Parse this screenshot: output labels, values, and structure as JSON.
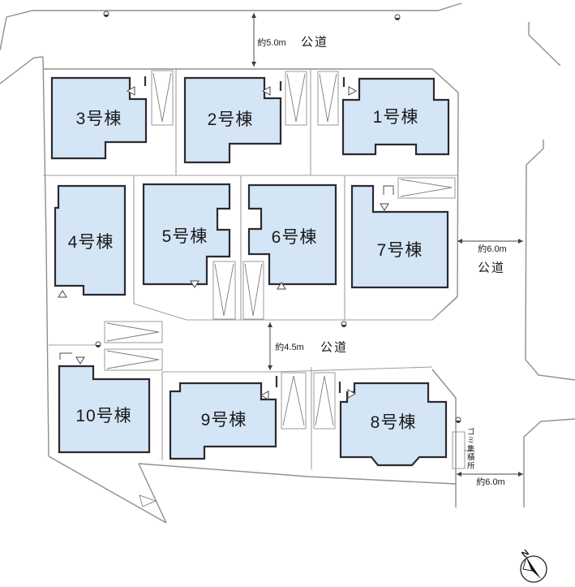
{
  "plan": {
    "buildings": [
      {
        "label": "1号棟"
      },
      {
        "label": "2号棟"
      },
      {
        "label": "3号棟"
      },
      {
        "label": "4号棟"
      },
      {
        "label": "5号棟"
      },
      {
        "label": "6号棟"
      },
      {
        "label": "7号棟"
      },
      {
        "label": "8号棟"
      },
      {
        "label": "9号棟"
      },
      {
        "label": "10号棟"
      }
    ],
    "roads": {
      "top": {
        "dimension": "約5.0m",
        "label": "公道"
      },
      "right": {
        "dimension": "約6.0m",
        "label": "公道"
      },
      "middle": {
        "dimension": "約4.5m",
        "label": "公道"
      },
      "bottom_right": {
        "dimension": "約6.0m"
      }
    },
    "garbage_station_label": "ゴミ集積所",
    "compass_north_label": "N",
    "colors": {
      "building_fill": "#d4e5f6",
      "building_stroke": "#2a2a31",
      "lot_line": "#9a9a9a",
      "boundary": "#8f8f8f",
      "text": "#1a1a1a"
    }
  }
}
